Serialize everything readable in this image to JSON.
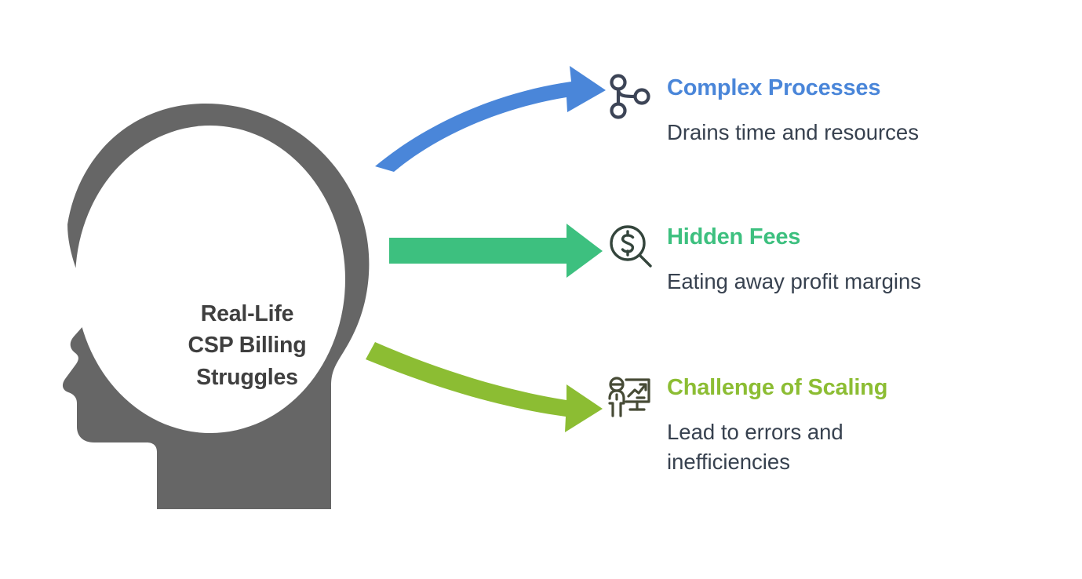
{
  "diagram": {
    "type": "hub-and-spoke",
    "background": "#ffffff",
    "center": {
      "shape": "head-silhouette",
      "icon_name": "head-profile-silhouette",
      "fill": "#666666",
      "brain_fill": "#ffffff",
      "label_lines": [
        "Real-Life",
        "CSP Billing",
        "Struggles"
      ],
      "label_color": "#3f3f3f"
    },
    "branches": [
      {
        "id": "complex-processes",
        "title": "Complex Processes",
        "description": "Drains time and resources",
        "color": "#4a86d9",
        "icon_name": "branch-nodes-icon",
        "icon_color": "#3c4456",
        "arrow": {
          "name": "curved-arrow-up",
          "direction": "up-right",
          "color": "#4a86d9"
        }
      },
      {
        "id": "hidden-fees",
        "title": "Hidden Fees",
        "description": "Eating away profit margins",
        "color": "#3dc07f",
        "icon_name": "dollar-magnifier-icon",
        "icon_color": "#34453c",
        "arrow": {
          "name": "straight-arrow-right",
          "direction": "right",
          "color": "#3dc07f"
        }
      },
      {
        "id": "challenge-of-scaling",
        "title": "Challenge of Scaling",
        "description": "Lead to errors and inefficiencies",
        "color": "#8cbd33",
        "icon_name": "presenter-chart-icon",
        "icon_color": "#474b36",
        "arrow": {
          "name": "curved-arrow-down",
          "direction": "down-right",
          "color": "#8cbd33"
        }
      }
    ]
  }
}
